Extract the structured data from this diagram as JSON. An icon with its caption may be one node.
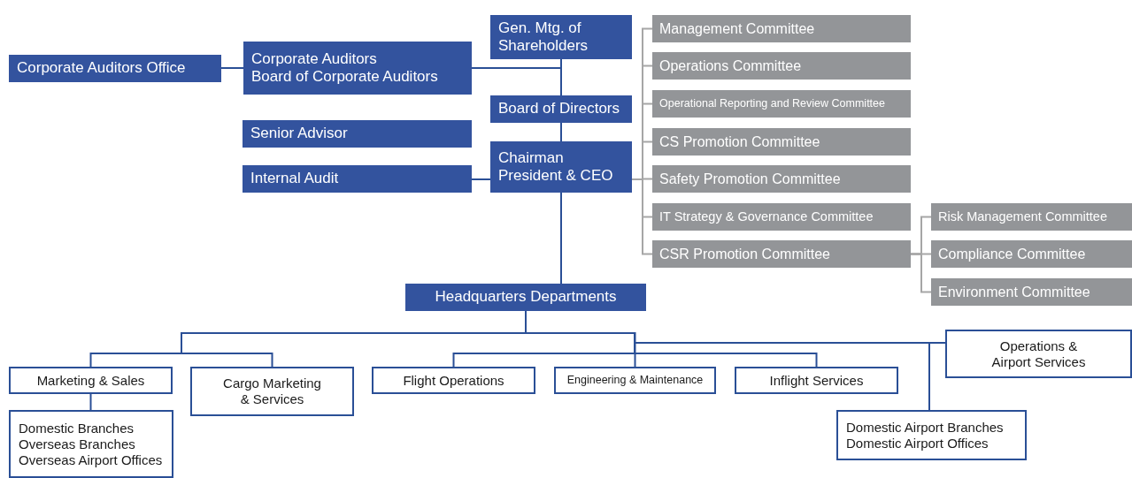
{
  "diagram": {
    "nodes": [
      {
        "text": [
          "Corporate Auditors Office"
        ]
      },
      {
        "text": [
          "Corporate Auditors",
          "Board of Corporate Auditors"
        ]
      },
      {
        "text": [
          "Gen. Mtg. of Shareholders"
        ]
      },
      {
        "text": [
          "Board of Directors"
        ]
      },
      {
        "text": [
          "Senior Advisor"
        ]
      },
      {
        "text": [
          "Internal Audit"
        ]
      },
      {
        "text": [
          "Chairman",
          "President & CEO"
        ]
      },
      {
        "text": [
          "Management Committee"
        ]
      },
      {
        "text": [
          "Operations Committee"
        ]
      },
      {
        "text": [
          "Operational Reporting and Review Committee"
        ]
      },
      {
        "text": [
          "CS Promotion Committee"
        ]
      },
      {
        "text": [
          "Safety Promotion Committee"
        ]
      },
      {
        "text": [
          "IT Strategy & Governance Committee"
        ]
      },
      {
        "text": [
          "CSR Promotion Committee"
        ]
      },
      {
        "text": [
          "Risk Management Committee"
        ]
      },
      {
        "text": [
          "Compliance Committee"
        ]
      },
      {
        "text": [
          "Environment Committee"
        ]
      },
      {
        "text": [
          "Headquarters Departments"
        ]
      },
      {
        "text": [
          "Marketing & Sales"
        ]
      },
      {
        "text": [
          "Cargo Marketing & Services"
        ]
      },
      {
        "text": [
          "Flight Operations"
        ]
      },
      {
        "text": [
          "Engineering & Maintenance"
        ]
      },
      {
        "text": [
          "Inflight Services"
        ]
      },
      {
        "text": [
          "Operations & Airport Services"
        ]
      },
      {
        "text": [
          "Domestic Branches",
          "Overseas Branches",
          "Overseas Airport Offices"
        ]
      },
      {
        "text": [
          "Domestic Airport Branches",
          "Domestic Airport Offices"
        ]
      }
    ],
    "edges": [
      {
        "from": 0,
        "to": 1,
        "arrow": "none"
      },
      {
        "from": 2,
        "to": 1,
        "arrow": "none"
      },
      {
        "from": 2,
        "to": 3,
        "arrow": "none"
      },
      {
        "from": 3,
        "to": 6,
        "arrow": "none"
      },
      {
        "from": 5,
        "to": 6,
        "arrow": "none"
      },
      {
        "from": 6,
        "to": 7,
        "arrow": "none",
        "color": "#a6a6a6"
      },
      {
        "from": 6,
        "to": 8,
        "arrow": "none",
        "color": "#a6a6a6"
      },
      {
        "from": 6,
        "to": 9,
        "arrow": "none",
        "color": "#a6a6a6"
      },
      {
        "from": 6,
        "to": 10,
        "arrow": "none",
        "color": "#a6a6a6"
      },
      {
        "from": 6,
        "to": 11,
        "arrow": "none",
        "color": "#a6a6a6"
      },
      {
        "from": 6,
        "to": 12,
        "arrow": "none",
        "color": "#a6a6a6"
      },
      {
        "from": 6,
        "to": 13,
        "arrow": "none",
        "color": "#a6a6a6"
      },
      {
        "from": 13,
        "to": 14,
        "arrow": "none",
        "color": "#a6a6a6"
      },
      {
        "from": 13,
        "to": 15,
        "arrow": "none",
        "color": "#a6a6a6"
      },
      {
        "from": 13,
        "to": 16,
        "arrow": "none",
        "color": "#a6a6a6"
      },
      {
        "from": 6,
        "to": 17,
        "arrow": "none"
      },
      {
        "from": 17,
        "to": 18,
        "arrow": "none"
      },
      {
        "from": 17,
        "to": 19,
        "arrow": "none"
      },
      {
        "from": 17,
        "to": 20,
        "arrow": "none"
      },
      {
        "from": 17,
        "to": 21,
        "arrow": "none"
      },
      {
        "from": 17,
        "to": 22,
        "arrow": "none"
      },
      {
        "from": 17,
        "to": 23,
        "arrow": "none"
      },
      {
        "from": 17,
        "to": 25,
        "arrow": "none"
      },
      {
        "from": 18,
        "to": 24,
        "arrow": "none"
      }
    ]
  }
}
